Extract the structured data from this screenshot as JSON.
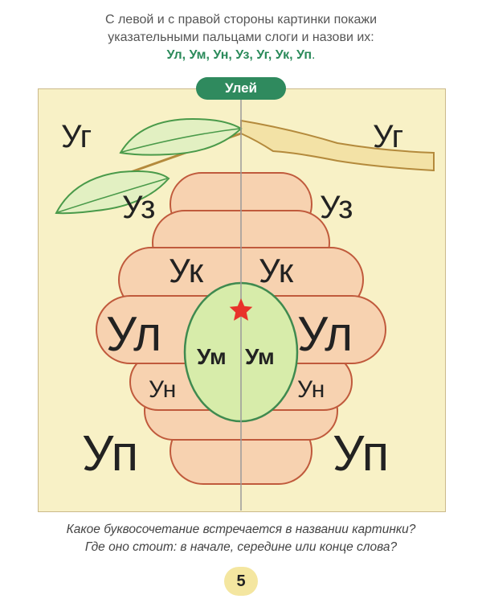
{
  "instruction": {
    "line1": "С левой и с правой стороны картинки покажи",
    "line2": "указательными пальцами слоги и назови их:",
    "syllables_list": "Ул, Ум, Ун, Уз,  Уг, Ук, Уп",
    "end_dot": "."
  },
  "picture_label": "Улей",
  "syllables": {
    "ug_left": "Уг",
    "ug_right": "Уг",
    "uz_left": "Уз",
    "uz_right": "Уз",
    "uk_left": "Ук",
    "uk_right": "Ук",
    "ul_left": "Ул",
    "ul_right": "Ул",
    "um_left": "Ум",
    "um_right": "Ум",
    "un_left": "Ун",
    "un_right": "Ун",
    "up_left": "Уп",
    "up_right": "Уп"
  },
  "questions": {
    "line1": "Какое буквосочетание встречается в названии картинки?",
    "line2": "Где оно стоит: в начале, середине или конце слова?"
  },
  "page_number": "5",
  "colors": {
    "accent_green": "#2f8a5e",
    "panel_bg": "#f8f1c6",
    "hive_fill": "#f7d2b0",
    "hive_stroke": "#c05a3c",
    "center_fill": "#d7ecaa",
    "star": "#e8322a"
  }
}
